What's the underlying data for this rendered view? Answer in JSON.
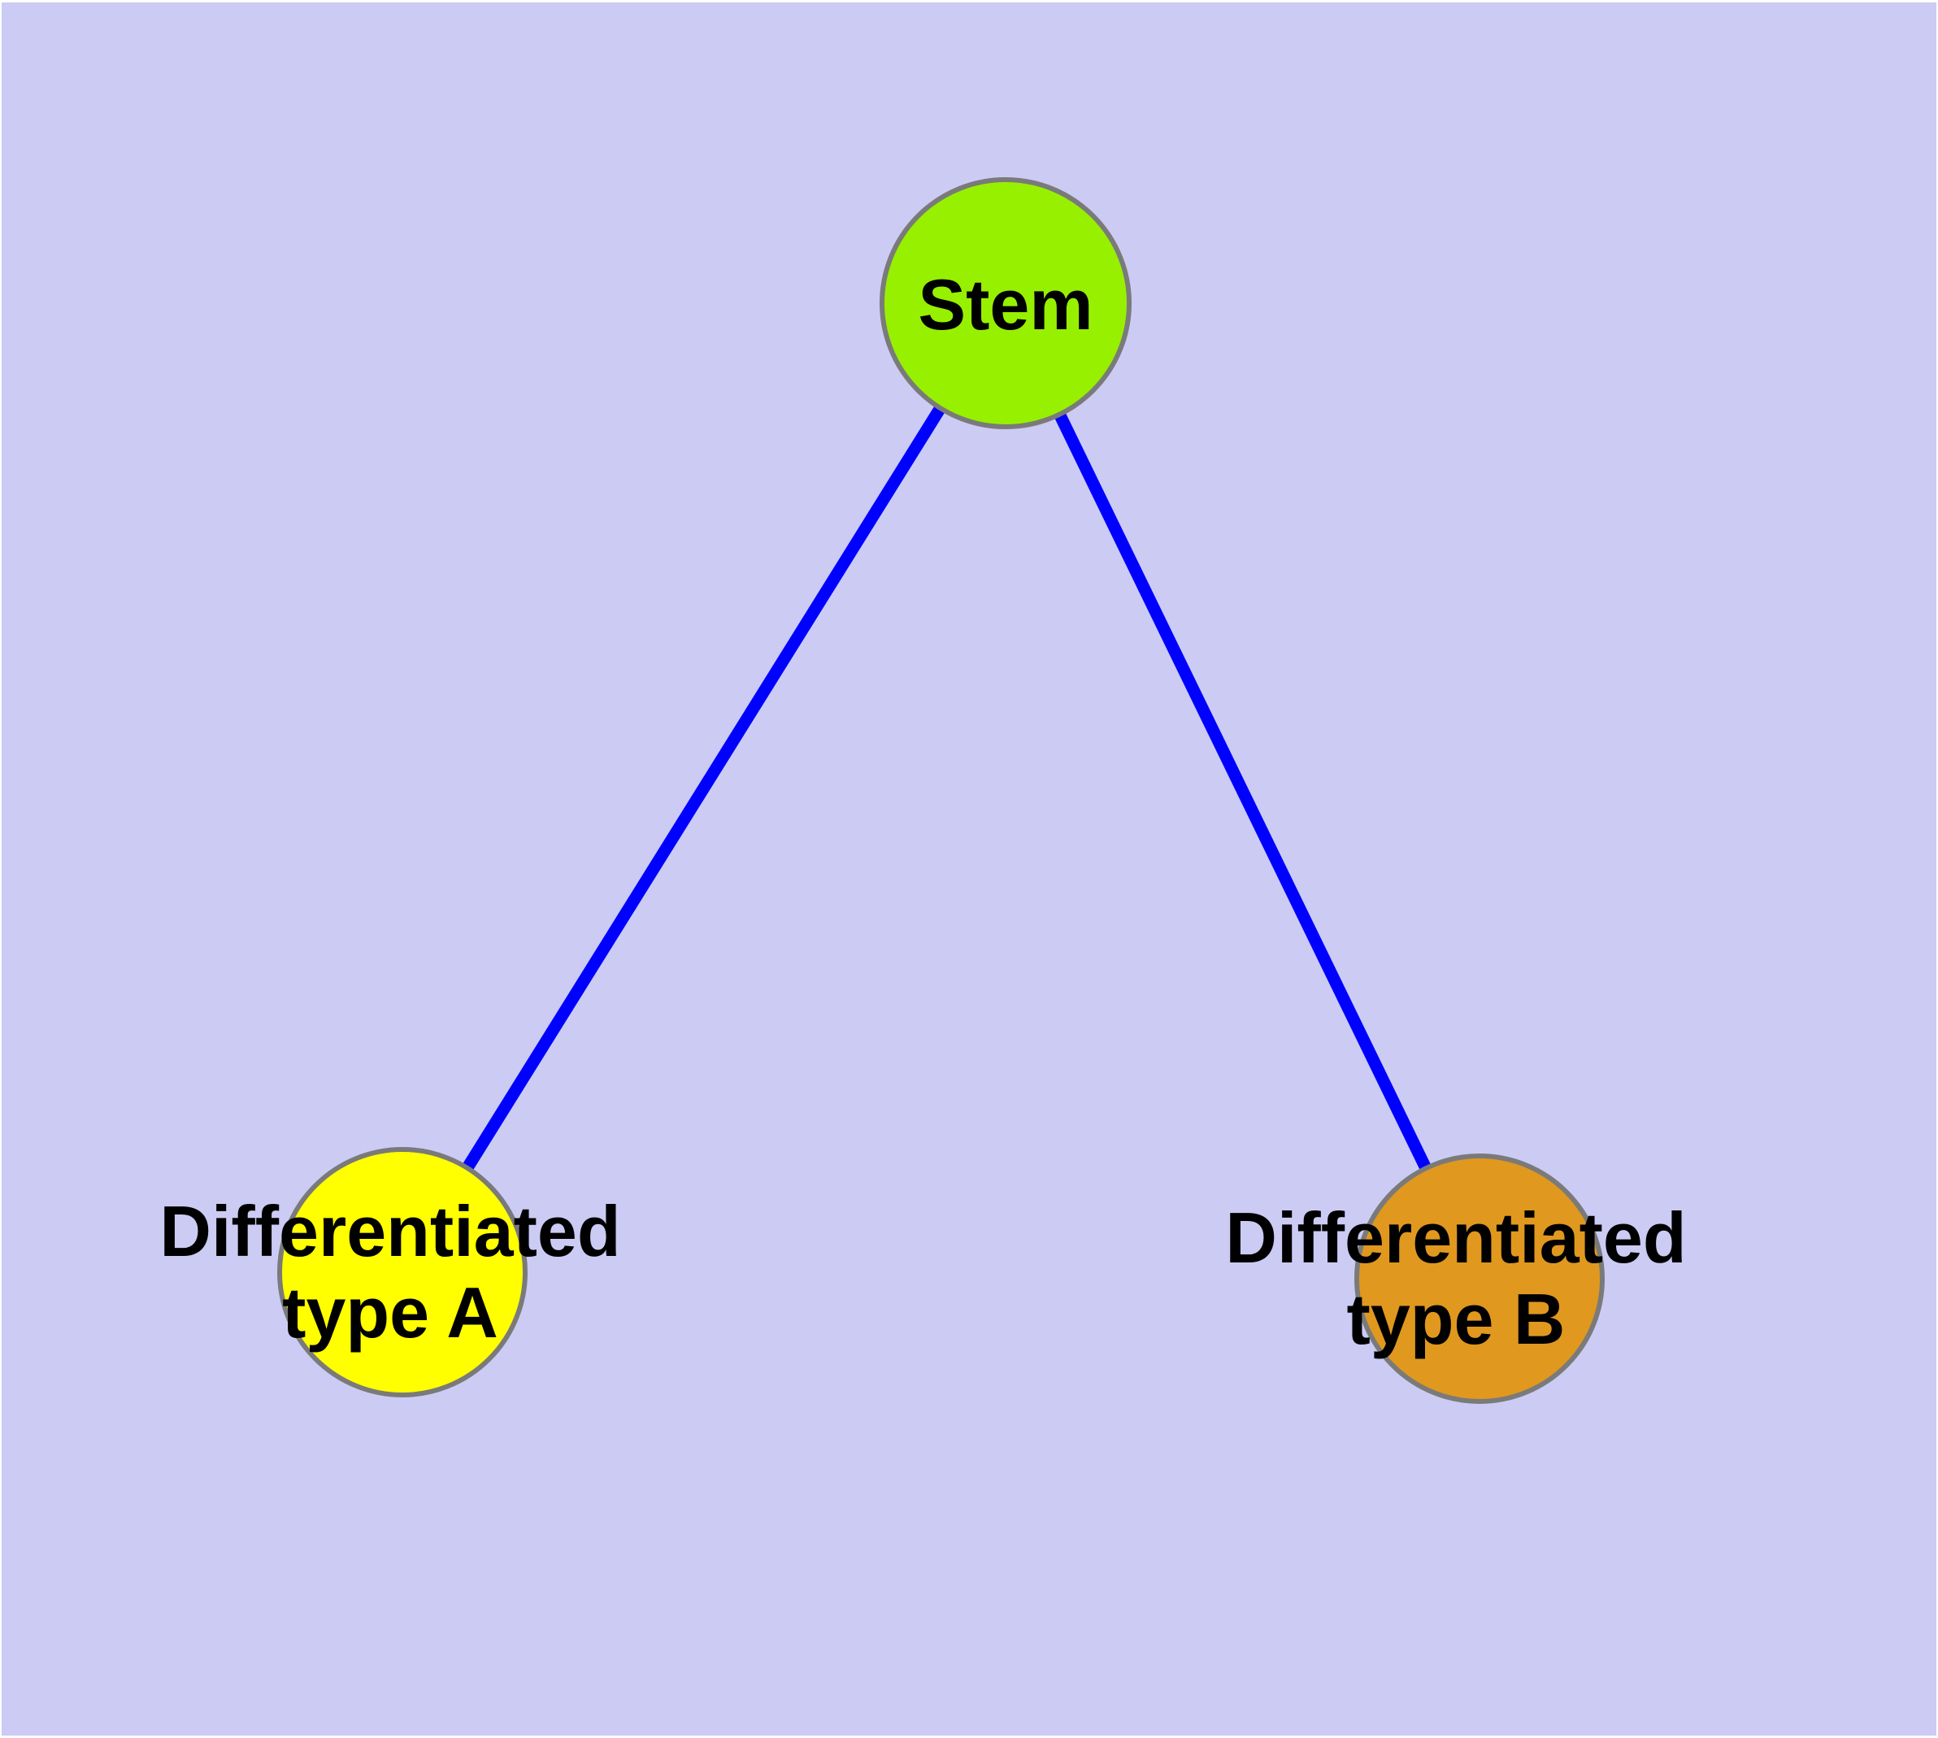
{
  "diagram": {
    "description": "Stem cell differentiation tree diagram",
    "background_color": "#CBCBF4",
    "frame_color": "#FFFFFF",
    "edge_color": "#0000FF",
    "node_border_color": "#7A7A7A",
    "text_color": "#000000",
    "nodes": {
      "stem": {
        "label": "Stem",
        "fill": "#97F000"
      },
      "type_a": {
        "label_line1": "Differentiated",
        "label_line2": "type A",
        "fill": "#FFFF00"
      },
      "type_b": {
        "label_line1": "Differentiated",
        "label_line2": "type B",
        "fill": "#E0981E"
      }
    },
    "edges": [
      {
        "from": "Stem",
        "to": "Differentiated type A"
      },
      {
        "from": "Stem",
        "to": "Differentiated type B"
      }
    ]
  }
}
